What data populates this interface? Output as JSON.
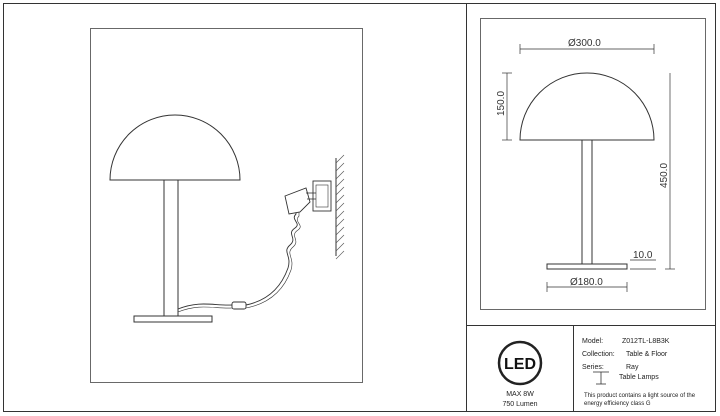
{
  "dimensions": {
    "shade_diameter": "Ø300.0",
    "shade_height": "150.0",
    "total_height": "450.0",
    "base_thickness": "10.0",
    "base_diameter": "Ø180.0"
  },
  "led_badge": {
    "logo_text": "LED",
    "max_power": "MAX 8W",
    "lumen": "750 Lumen"
  },
  "info": {
    "model_label": "Model:",
    "model_value": "Z012TL-L8B3K",
    "collection_label": "Collection:",
    "collection_value": "Table & Floor",
    "series_label": "Series:",
    "series_value": "Ray",
    "series_sub": "Table Lamps",
    "note_line1": "This product contains a light source of the",
    "note_line2": "energy efficiency class G"
  },
  "colors": {
    "line": "#333333",
    "hatch": "#555555",
    "background": "#ffffff"
  }
}
